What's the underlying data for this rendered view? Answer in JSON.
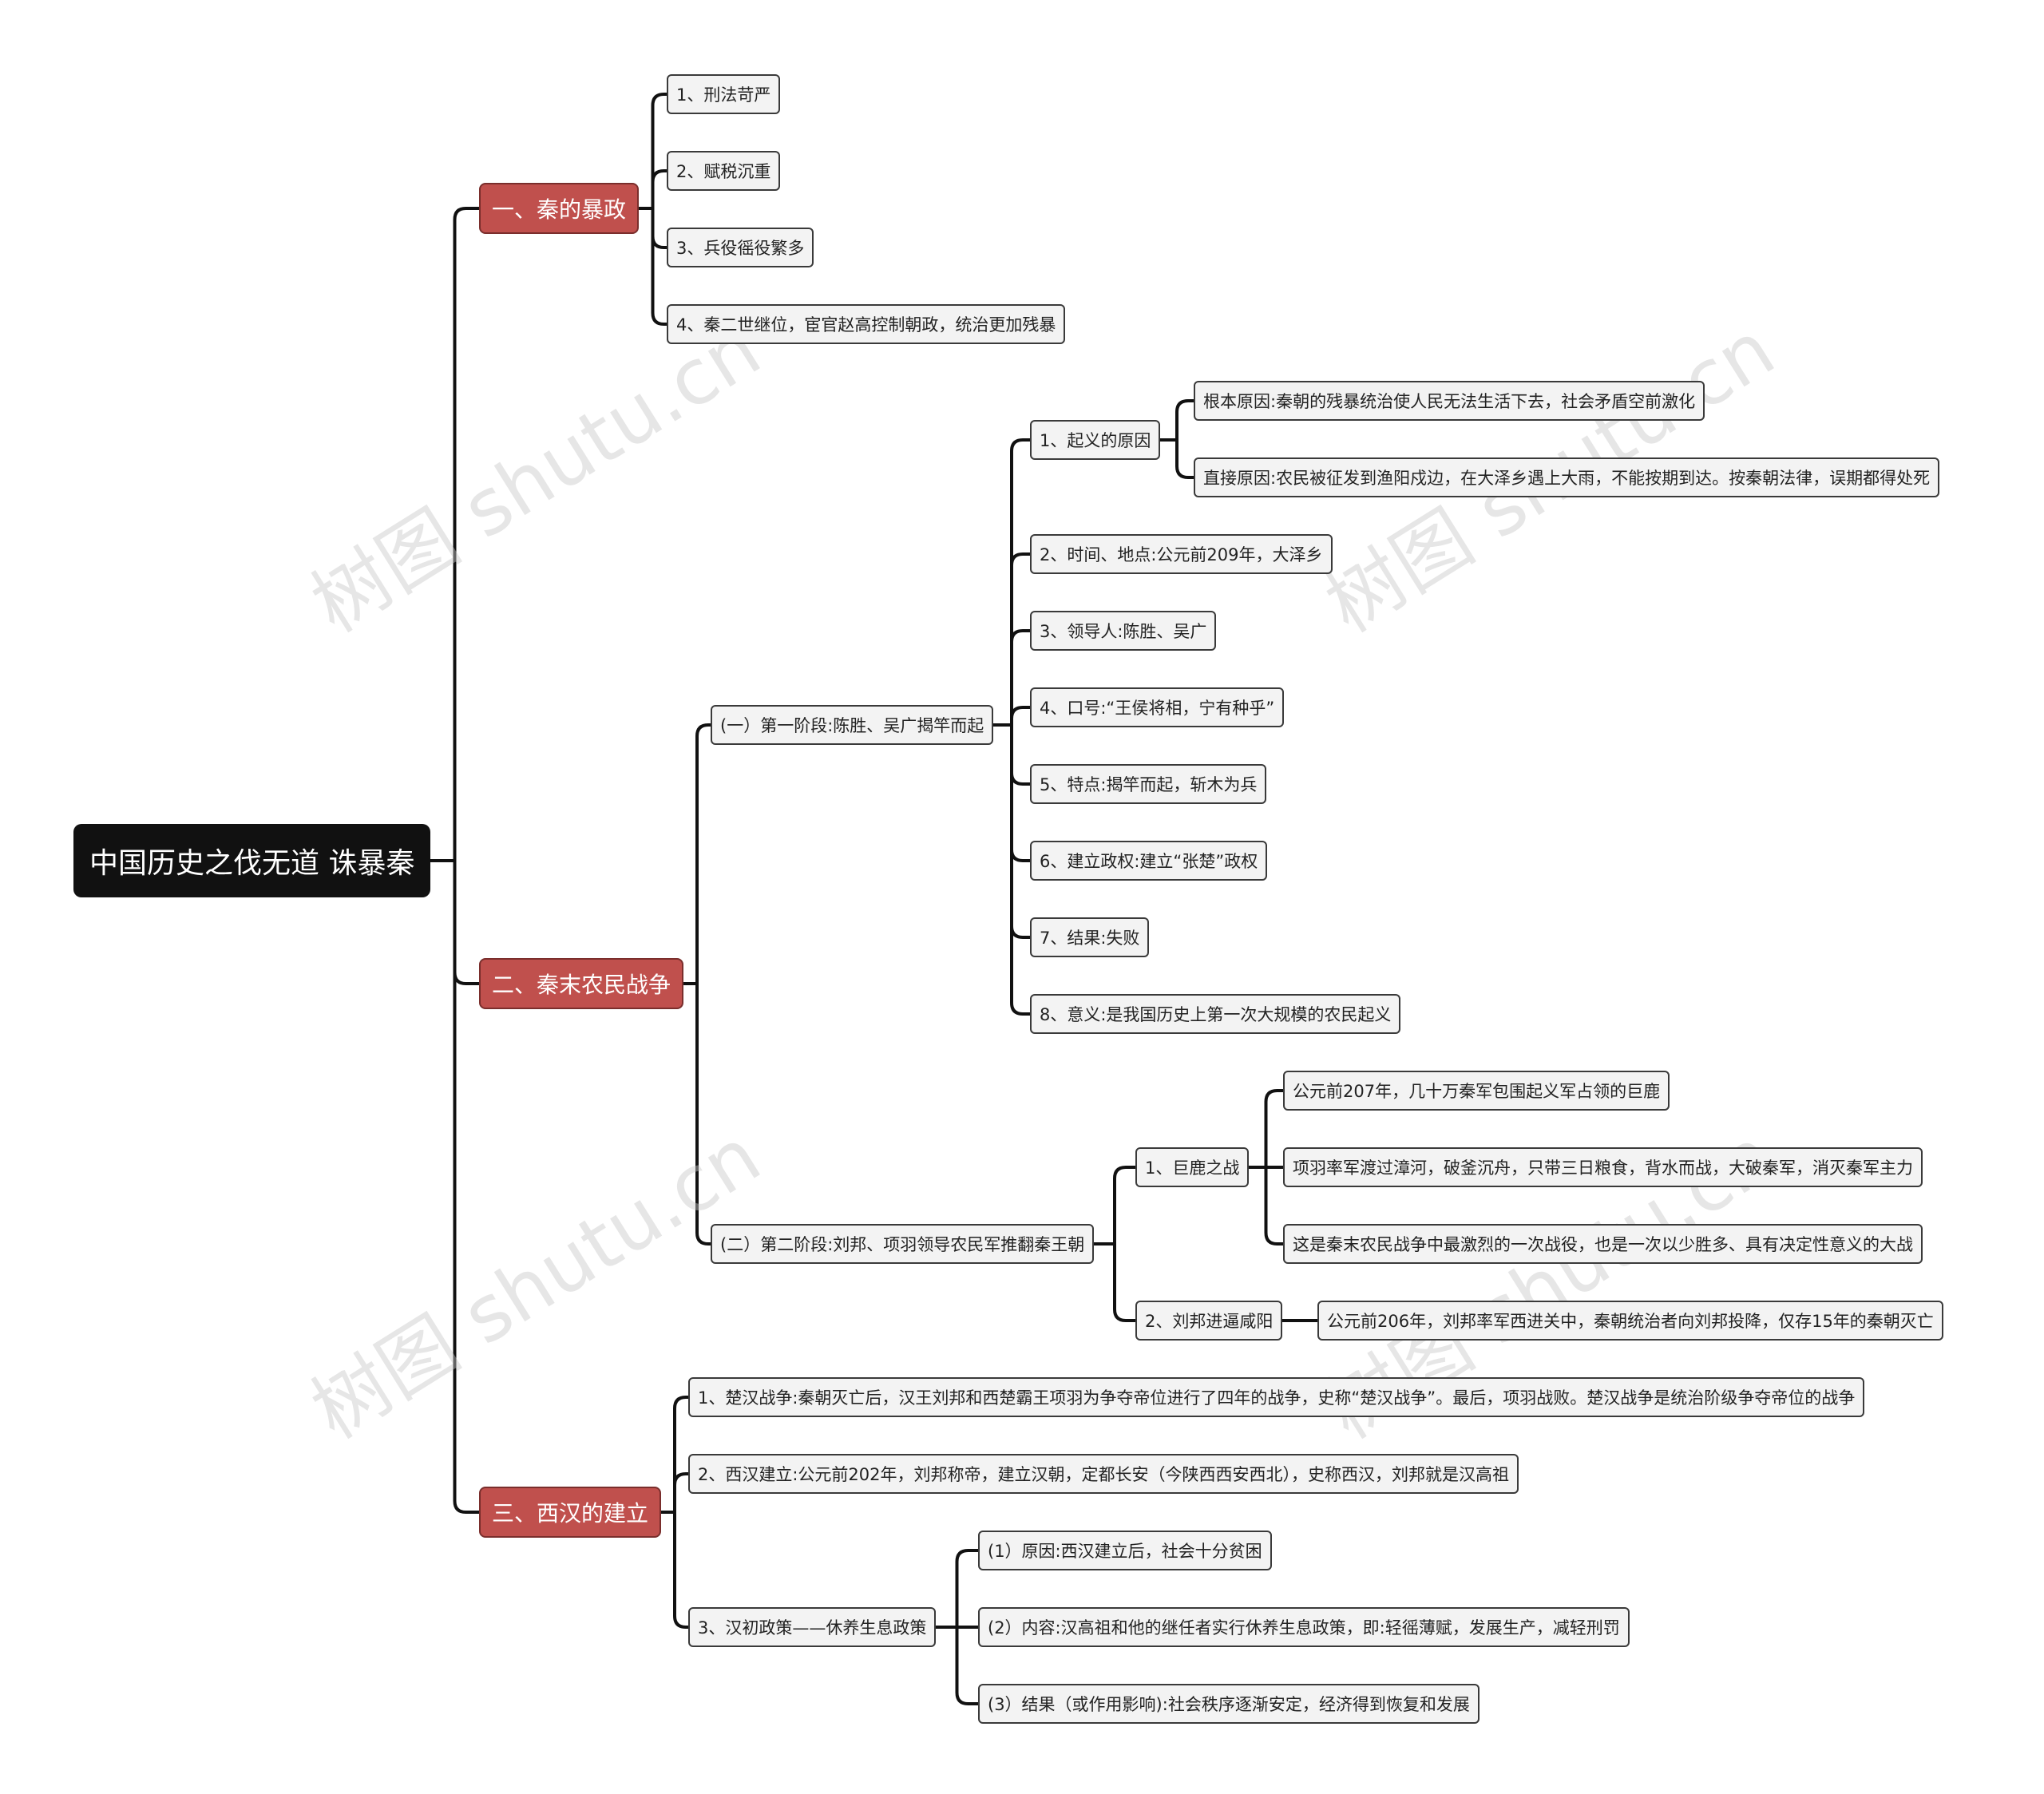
{
  "root": "中国历史之伐无道  诛暴秦",
  "sections": [
    {
      "label": "一、秦的暴政",
      "items": [
        "1、刑法苛严",
        "2、赋税沉重",
        "3、兵役徭役繁多",
        "4、秦二世继位，宦官赵高控制朝政，统治更加残暴"
      ]
    },
    {
      "label": "二、秦末农民战争",
      "stages": [
        {
          "label": "(一）第一阶段:陈胜、吴广揭竿而起",
          "items": [
            {
              "label": "1、起义的原因",
              "children": [
                "根本原因:秦朝的残暴统治使人民无法生活下去，社会矛盾空前激化",
                "直接原因:农民被征发到渔阳戍边，在大泽乡遇上大雨，不能按期到达。按秦朝法律，误期都得处死"
              ]
            },
            {
              "label": "2、时间、地点:公元前209年，大泽乡"
            },
            {
              "label": "3、领导人:陈胜、吴广"
            },
            {
              "label": "4、口号:“王侯将相，宁有种乎”"
            },
            {
              "label": "5、特点:揭竿而起，斩木为兵"
            },
            {
              "label": "6、建立政权:建立“张楚”政权"
            },
            {
              "label": "7、结果:失败"
            },
            {
              "label": "8、意义:是我国历史上第一次大规模的农民起义"
            }
          ]
        },
        {
          "label": "(二）第二阶段:刘邦、项羽领导农民军推翻秦王朝",
          "items": [
            {
              "label": "1、巨鹿之战",
              "children": [
                "公元前207年，几十万秦军包围起义军占领的巨鹿",
                "项羽率军渡过漳河，破釜沉舟，只带三日粮食，背水而战，大破秦军，消灭秦军主力",
                "这是秦末农民战争中最激烈的一次战役，也是一次以少胜多、具有决定性意义的大战"
              ]
            },
            {
              "label": "2、刘邦进逼咸阳",
              "children": [
                "公元前206年，刘邦率军西进关中，秦朝统治者向刘邦投降，仅存15年的秦朝灭亡"
              ]
            }
          ]
        }
      ]
    },
    {
      "label": "三、西汉的建立",
      "items": [
        {
          "label": "1、楚汉战争:秦朝灭亡后，汉王刘邦和西楚霸王项羽为争夺帝位进行了四年的战争，史称“楚汉战争”。最后，项羽战败。楚汉战争是统治阶级争夺帝位的战争"
        },
        {
          "label": "2、西汉建立:公元前202年，刘邦称帝，建立汉朝，定都长安（今陕西西安西北），史称西汉，刘邦就是汉高祖"
        },
        {
          "label": "3、汉初政策——休养生息政策",
          "children": [
            "(1）原因:西汉建立后，社会十分贫困",
            "(2）内容:汉高祖和他的继任者实行休养生息政策，即:轻徭薄赋，发展生产，减轻刑罚",
            "(3）结果（或作用影响):社会秩序逐渐安定，经济得到恢复和发展"
          ]
        }
      ]
    }
  ],
  "watermark": "树图 shutu.cn",
  "colors": {
    "root_bg": "#111111",
    "main_bg": "#c0504d",
    "leaf_bg": "#f3f3f3",
    "line": "#111111"
  }
}
